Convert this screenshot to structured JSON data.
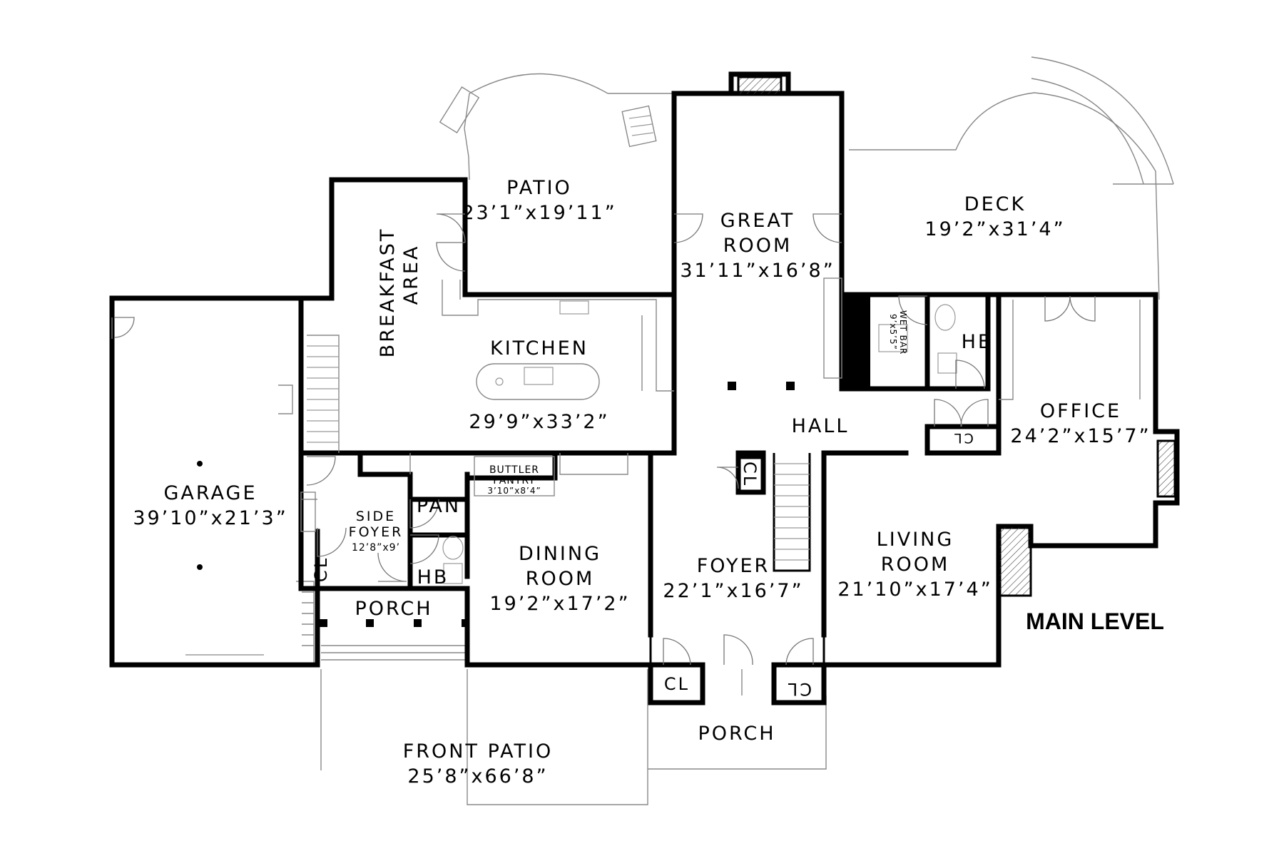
{
  "level_title": "MAIN LEVEL",
  "rooms": {
    "patio": {
      "name": "PATIO",
      "dims": "23’1”x19’11”"
    },
    "great_room": {
      "name_1": "GREAT",
      "name_2": "ROOM",
      "dims": "31’11”x16’8”"
    },
    "deck": {
      "name": "DECK",
      "dims": "19’2”x31’4”"
    },
    "breakfast": {
      "name_1": "BREAKFAST",
      "name_2": "AREA"
    },
    "kitchen": {
      "name": "KITCHEN",
      "dims": "29’9”x33’2”"
    },
    "wet_bar": {
      "name": "WET BAR",
      "dims": "9’x5’5”"
    },
    "hb_upper": {
      "name": "HB"
    },
    "hall": {
      "name": "HALL"
    },
    "office": {
      "name": "OFFICE",
      "dims": "24’2”x15’7”"
    },
    "cl_office": {
      "name": "CL"
    },
    "garage": {
      "name": "GARAGE",
      "dims": "39’10”x21’3”"
    },
    "buttler_pantry": {
      "name_1": "BUTTLER",
      "name_2": "PANTRY",
      "dims": "3’10”x8’4”"
    },
    "cl_foyer": {
      "name": "CL"
    },
    "side_foyer": {
      "name_1": "SIDE",
      "name_2": "FOYER",
      "dims": "12’8”x9’"
    },
    "pan": {
      "name": "PAN"
    },
    "dining": {
      "name_1": "DINING",
      "name_2": "ROOM",
      "dims": "19’2”x17’2”"
    },
    "foyer": {
      "name": "FOYER",
      "dims": "22’1”x16’7”"
    },
    "living": {
      "name_1": "LIVING",
      "name_2": "ROOM",
      "dims": "21’10”x17’4”"
    },
    "cl_side": {
      "name": "CL"
    },
    "hb_lower": {
      "name": "HB"
    },
    "porch_side": {
      "name": "PORCH"
    },
    "cl_front_left": {
      "name": "CL"
    },
    "cl_front_right": {
      "name": "CL"
    },
    "porch_front": {
      "name": "PORCH"
    },
    "front_patio": {
      "name": "FRONT PATIO",
      "dims": "25’8”x66’8”"
    }
  }
}
